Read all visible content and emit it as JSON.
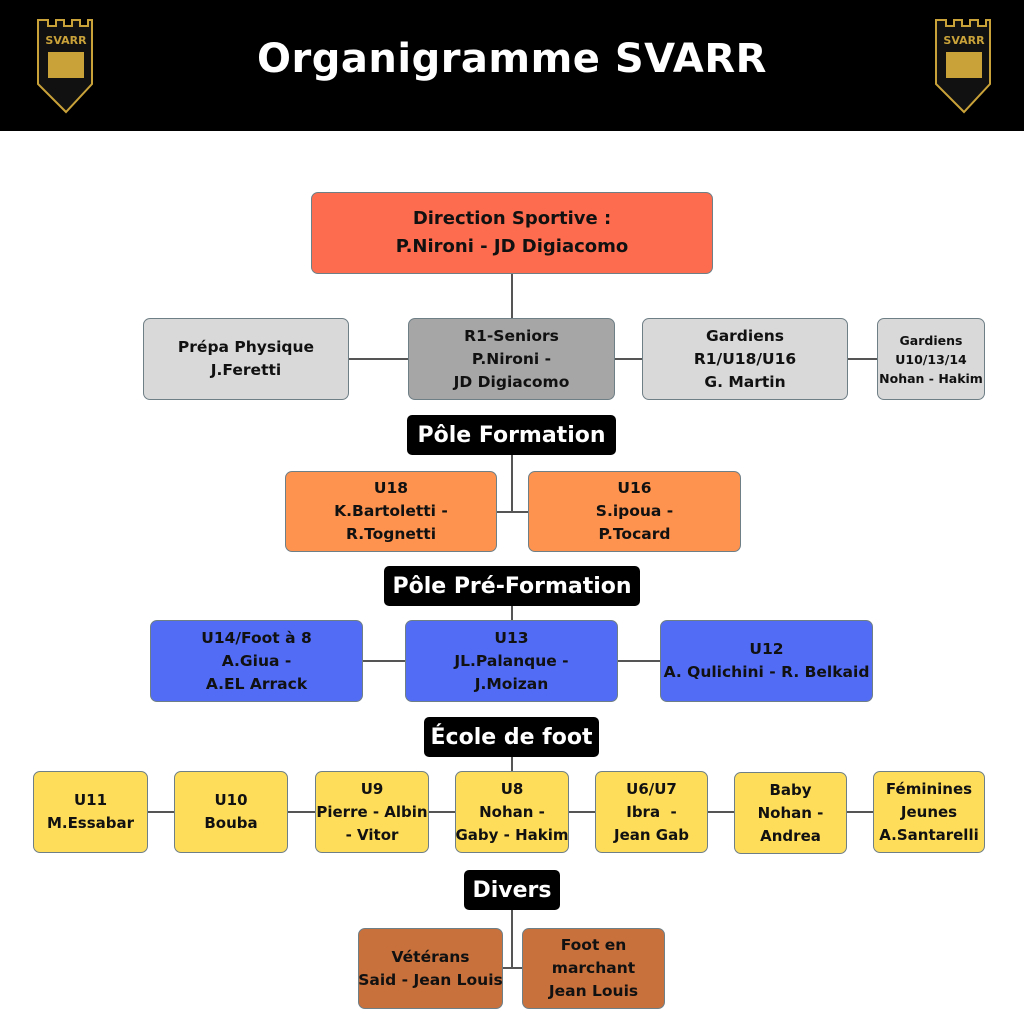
{
  "header": {
    "title": "Organigramme SVARR",
    "logo_text": "SVARR"
  },
  "direction": [
    "Direction Sportive :",
    "P.Nironi - JD Digiacomo"
  ],
  "staff": [
    [
      "Prépa Physique",
      "J.Feretti"
    ],
    [
      "R1-Seniors",
      "P.Nironi -",
      "JD Digiacomo"
    ],
    [
      "Gardiens",
      "R1/U18/U16",
      "G. Martin"
    ],
    [
      "Gardiens",
      "U10/13/14",
      "Nohan - Hakim"
    ]
  ],
  "sections": {
    "formation": "Pôle Formation",
    "pre_formation": "Pôle Pré-Formation",
    "ecole": "École de foot",
    "divers": "Divers"
  },
  "formation": [
    [
      "U18",
      "K.Bartoletti -",
      "R.Tognetti"
    ],
    [
      "U16",
      "S.ipoua -",
      "P.Tocard"
    ]
  ],
  "pre_formation": [
    [
      "U14/Foot à 8",
      "A.Giua -",
      "A.EL Arrack"
    ],
    [
      "U13",
      "JL.Palanque -",
      "J.Moizan"
    ],
    [
      "U12",
      "A. Qulichini - R. Belkaid"
    ]
  ],
  "ecole": [
    [
      "U11",
      "M.Essabar"
    ],
    [
      "U10",
      "Bouba"
    ],
    [
      "U9",
      "Pierre - Albin",
      "- Vitor"
    ],
    [
      "U8",
      "Nohan -",
      "Gaby - Hakim"
    ],
    [
      "U6/U7",
      "Ibra  -",
      "Jean Gab"
    ],
    [
      "Baby",
      "Nohan -",
      "Andrea"
    ],
    [
      "Féminines",
      "Jeunes",
      "A.Santarelli"
    ]
  ],
  "divers": [
    [
      "Vétérans",
      "Said - Jean Louis"
    ],
    [
      "Foot en",
      "marchant",
      "Jean Louis"
    ]
  ]
}
